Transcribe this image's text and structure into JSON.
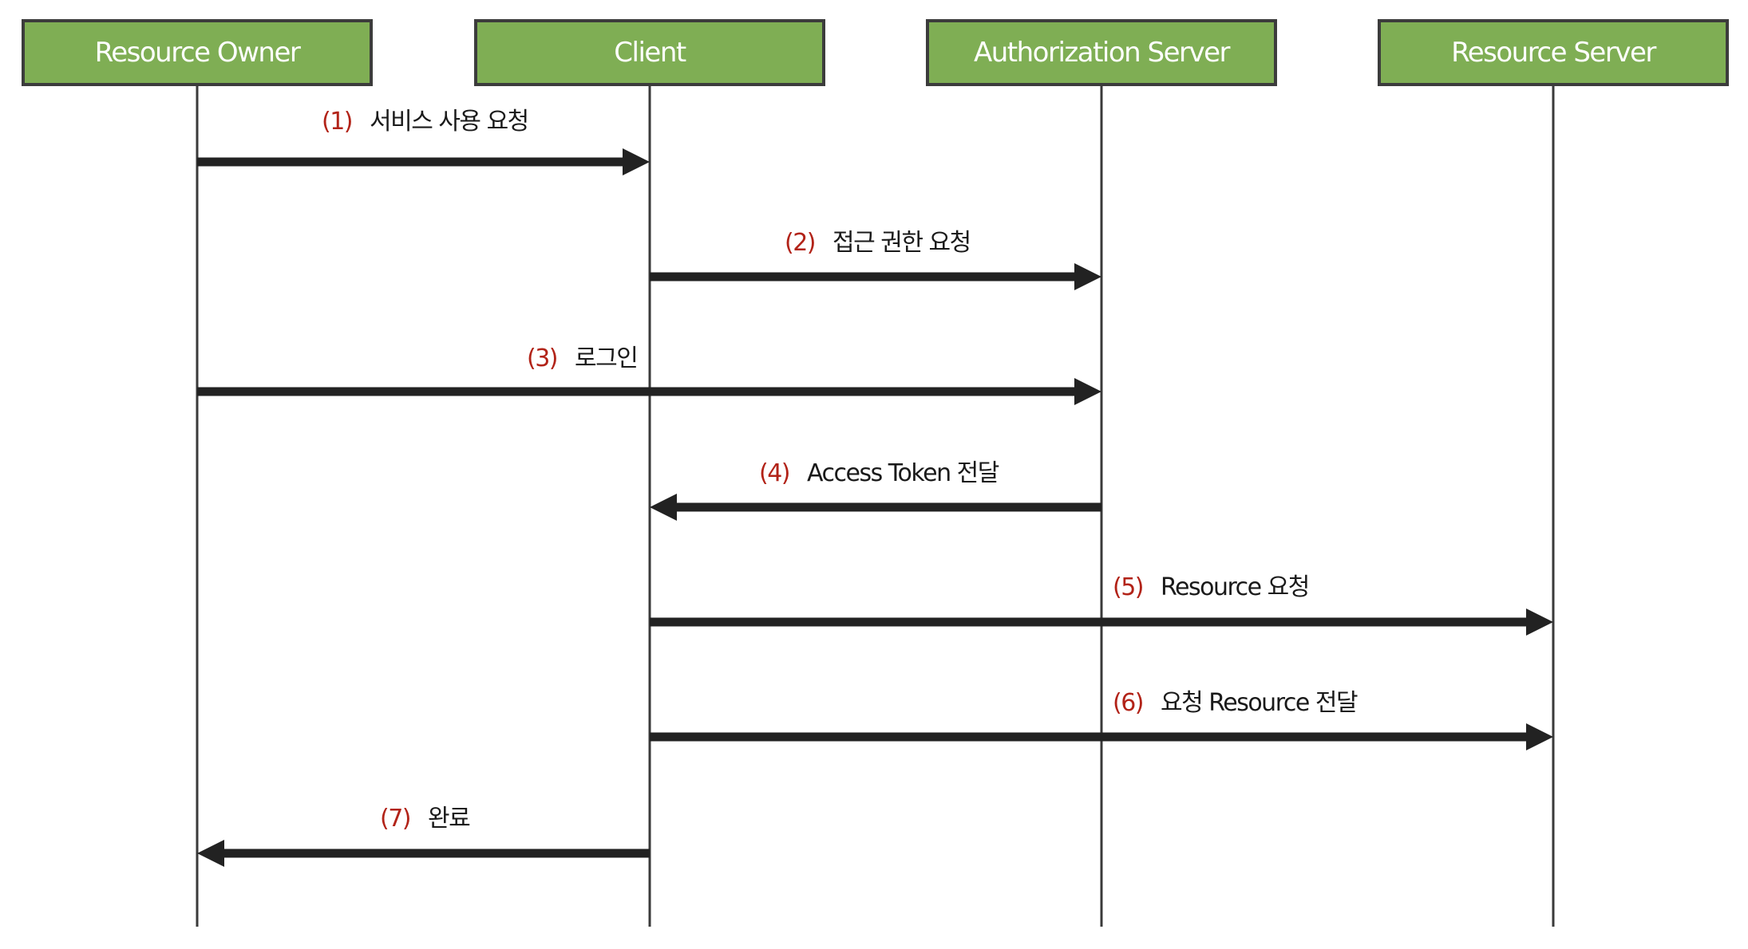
{
  "colors": {
    "actor_fill": "#7fae54",
    "actor_border": "#3c3c3c",
    "actor_text": "#ffffff",
    "lifeline": "#3a3a3a",
    "arrow": "#222222",
    "step_number": "#b22318",
    "message_text": "#1a1a1a"
  },
  "actors": [
    {
      "name": "Resource Owner"
    },
    {
      "name": "Client"
    },
    {
      "name": "Authorization Server"
    },
    {
      "name": "Resource Server"
    }
  ],
  "messages": [
    {
      "number": "(1)",
      "text": "서비스 사용 요청",
      "from": 0,
      "to": 1
    },
    {
      "number": "(2)",
      "text": "접근 권한 요청",
      "from": 1,
      "to": 2
    },
    {
      "number": "(3)",
      "text": "로그인",
      "from": 0,
      "to": 2
    },
    {
      "number": "(4)",
      "text": "Access Token 전달",
      "from": 2,
      "to": 1
    },
    {
      "number": "(5)",
      "text": "Resource 요청",
      "from": 1,
      "to": 3
    },
    {
      "number": "(6)",
      "text": "요청 Resource 전달",
      "from": 1,
      "to": 3
    },
    {
      "number": "(7)",
      "text": "완료",
      "from": 1,
      "to": 0
    }
  ]
}
